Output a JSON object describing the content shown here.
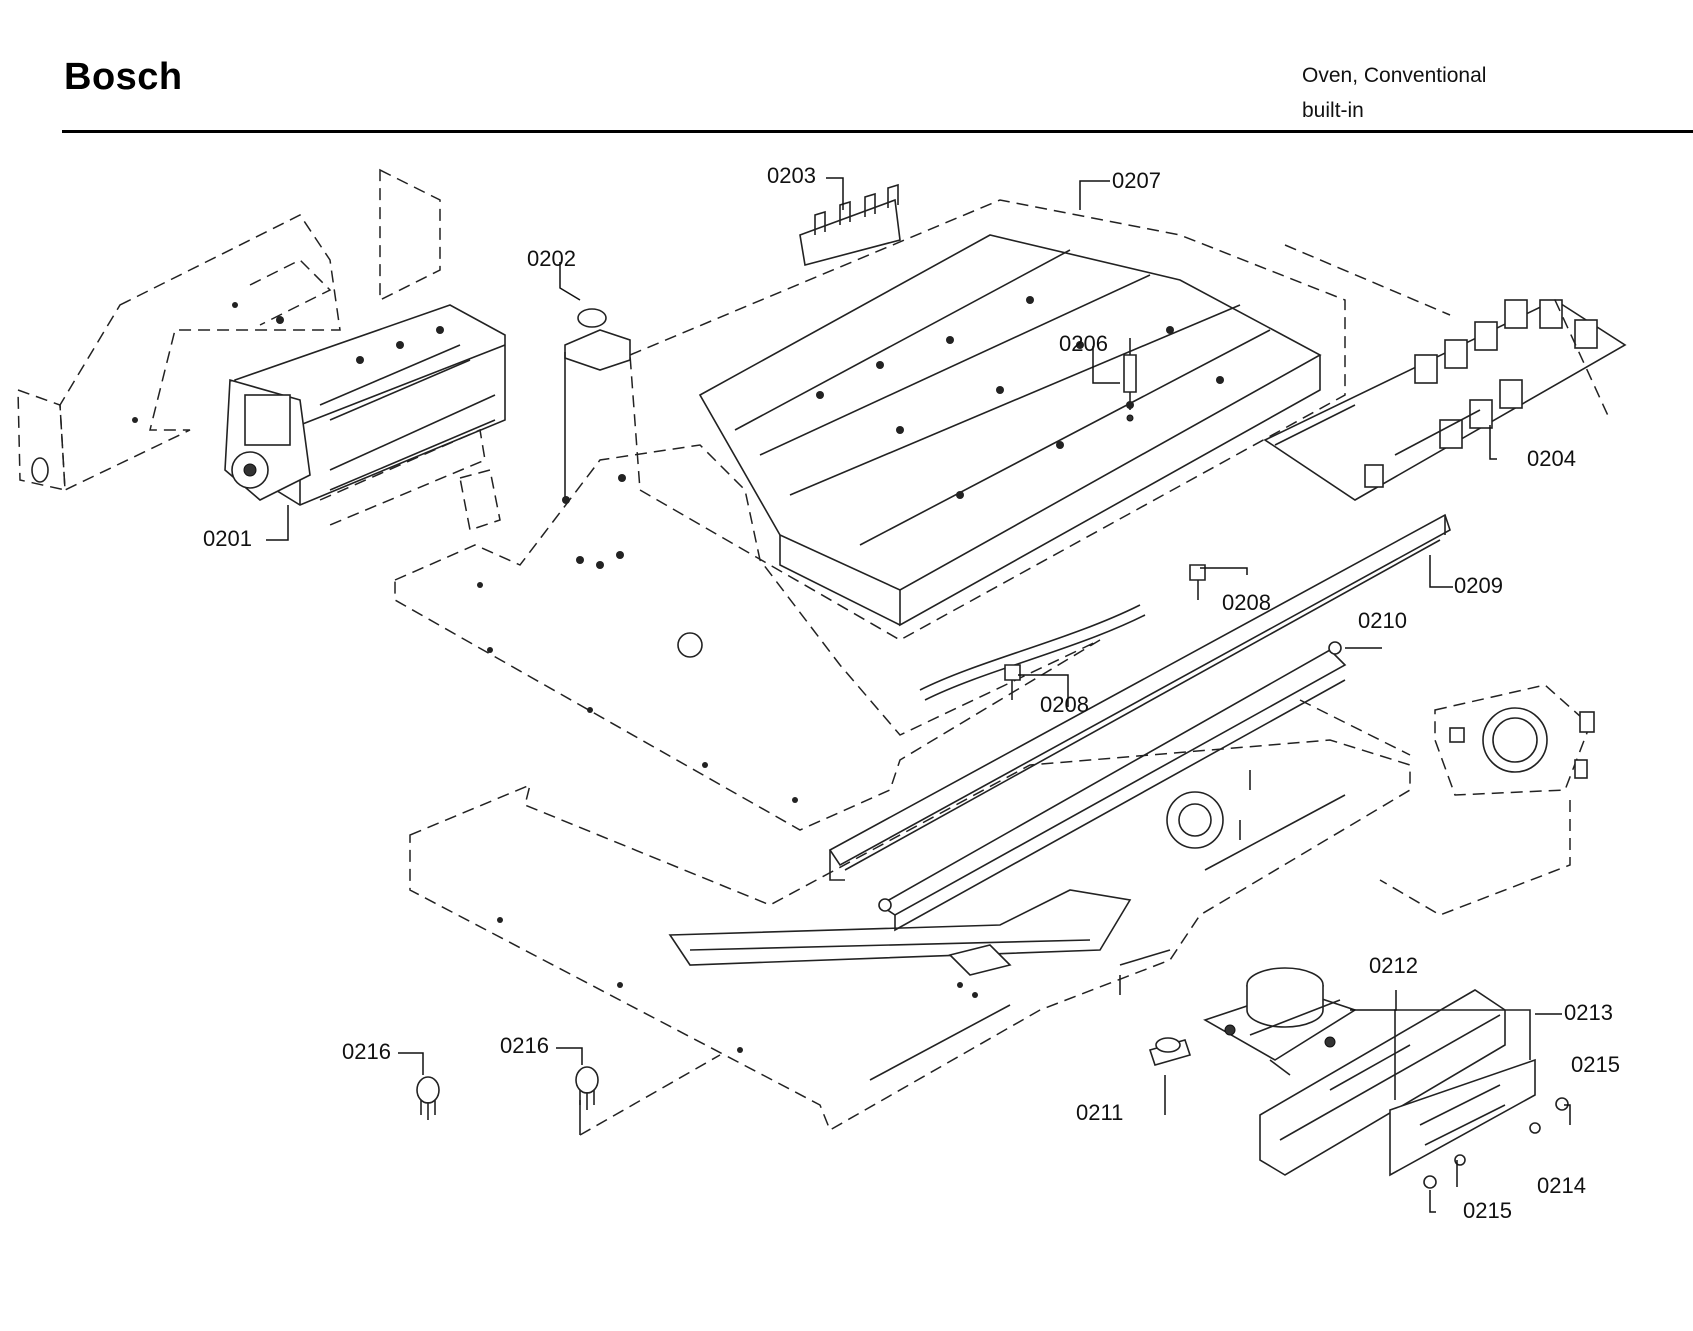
{
  "header": {
    "brand": "Bosch",
    "product_line1": "Oven, Conventional",
    "product_line2": "built-in"
  },
  "callouts": [
    {
      "id": "c0201",
      "label": "0201"
    },
    {
      "id": "c0202",
      "label": "0202"
    },
    {
      "id": "c0203",
      "label": "0203"
    },
    {
      "id": "c0204",
      "label": "0204"
    },
    {
      "id": "c0206",
      "label": "0206"
    },
    {
      "id": "c0207",
      "label": "0207"
    },
    {
      "id": "c0208a",
      "label": "0208"
    },
    {
      "id": "c0208b",
      "label": "0208"
    },
    {
      "id": "c0209",
      "label": "0209"
    },
    {
      "id": "c0210",
      "label": "0210"
    },
    {
      "id": "c0211",
      "label": "0211"
    },
    {
      "id": "c0212",
      "label": "0212"
    },
    {
      "id": "c0213",
      "label": "0213"
    },
    {
      "id": "c0214",
      "label": "0214"
    },
    {
      "id": "c0215a",
      "label": "0215"
    },
    {
      "id": "c0215b",
      "label": "0215"
    },
    {
      "id": "c0216a",
      "label": "0216"
    },
    {
      "id": "c0216b",
      "label": "0216"
    }
  ]
}
